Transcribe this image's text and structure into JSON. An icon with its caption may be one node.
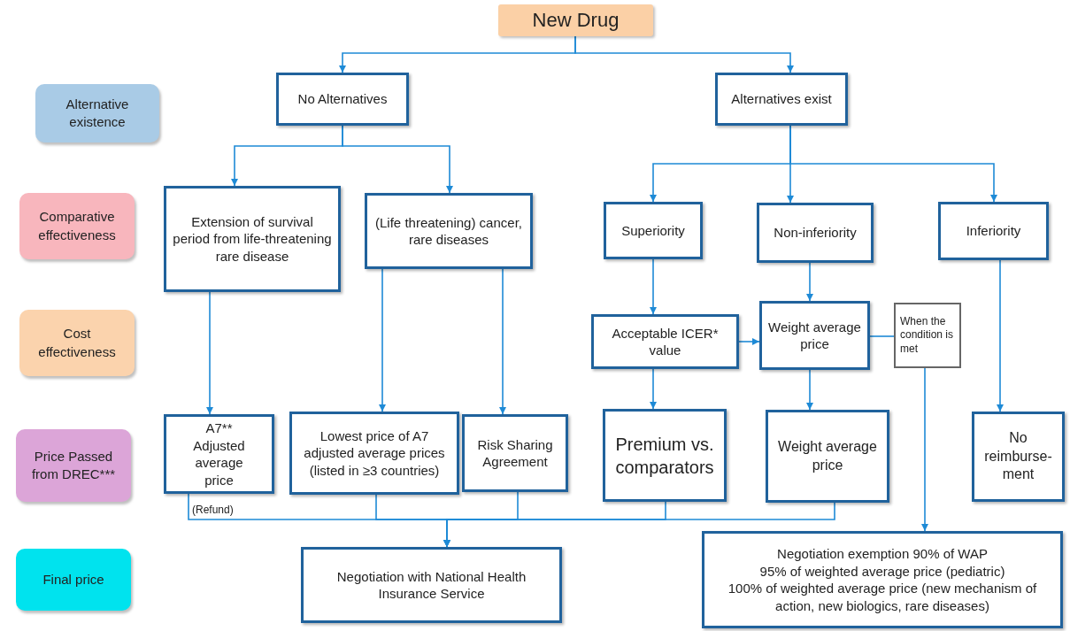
{
  "diagram": {
    "nodes": [
      {
        "text": [
          "Alternative existence"
        ]
      },
      {
        "text": [
          "Comparative effectiveness"
        ]
      },
      {
        "text": [
          "Cost effectiveness"
        ]
      },
      {
        "text": [
          "Price Passed from DREC***"
        ]
      },
      {
        "text": [
          "Final price"
        ]
      },
      {
        "text": [
          "New Drug"
        ]
      },
      {
        "text": [
          "No Alternatives"
        ]
      },
      {
        "text": [
          "Alternatives exist"
        ]
      },
      {
        "text": [
          "Extension of survival period from life-threatening rare disease"
        ]
      },
      {
        "text": [
          "(Life threatening) cancer, rare diseases"
        ]
      },
      {
        "text": [
          "Superiority"
        ]
      },
      {
        "text": [
          "Non-inferiority"
        ]
      },
      {
        "text": [
          "Inferiority"
        ]
      },
      {
        "text": [
          "Acceptable ICER* value"
        ]
      },
      {
        "text": [
          "Weight average price"
        ]
      },
      {
        "text": [
          "When the condition is met"
        ]
      },
      {
        "text": [
          "A7** Adjusted average price"
        ]
      },
      {
        "text": [
          "Lowest price of A7 adjusted average prices (listed in ≥3 countries)"
        ]
      },
      {
        "text": [
          "Risk Sharing Agreement"
        ]
      },
      {
        "text": [
          "Premium vs. comparators"
        ]
      },
      {
        "text": [
          "Weight average price"
        ]
      },
      {
        "text": [
          "No reimburse-ment"
        ]
      },
      {
        "text": [
          "Negotiation with National Health Insurance Service"
        ]
      },
      {
        "text": [
          "Negotiation exemption 90% of WAP",
          "95% of weighted average price (pediatric)",
          "100% of weighted average price (new mechanism of action, new biologics, rare diseases)"
        ]
      }
    ],
    "edges": [
      {
        "from": 5,
        "to": 6,
        "arrow": "to"
      },
      {
        "from": 5,
        "to": 7,
        "arrow": "to"
      },
      {
        "from": 6,
        "to": 8,
        "arrow": "to"
      },
      {
        "from": 6,
        "to": 9,
        "arrow": "to"
      },
      {
        "from": 7,
        "to": 10,
        "arrow": "to"
      },
      {
        "from": 7,
        "to": 11,
        "arrow": "to"
      },
      {
        "from": 7,
        "to": 12,
        "arrow": "to"
      },
      {
        "from": 8,
        "to": 16,
        "arrow": "to"
      },
      {
        "from": 9,
        "to": 17,
        "arrow": "to"
      },
      {
        "from": 9,
        "to": 18,
        "arrow": "to"
      },
      {
        "from": 10,
        "to": 13,
        "arrow": "to"
      },
      {
        "from": 11,
        "to": 14,
        "arrow": "to"
      },
      {
        "from": 13,
        "to": 14,
        "arrow": "to"
      },
      {
        "from": 13,
        "to": 19,
        "arrow": "to"
      },
      {
        "from": 14,
        "to": 20,
        "arrow": "to"
      },
      {
        "from": 14,
        "to": 15,
        "arrow": "none"
      },
      {
        "from": 15,
        "to": 23,
        "arrow": "to"
      },
      {
        "from": 12,
        "to": 21,
        "arrow": "to"
      },
      {
        "from": 16,
        "to": 22,
        "arrow": "to"
      },
      {
        "from": 17,
        "to": 22,
        "arrow": "to"
      },
      {
        "from": 18,
        "to": 22,
        "arrow": "to"
      },
      {
        "from": 19,
        "to": 22,
        "arrow": "to"
      },
      {
        "from": 20,
        "to": 22,
        "arrow": "to"
      }
    ],
    "labels": [
      "(Refund)"
    ]
  }
}
